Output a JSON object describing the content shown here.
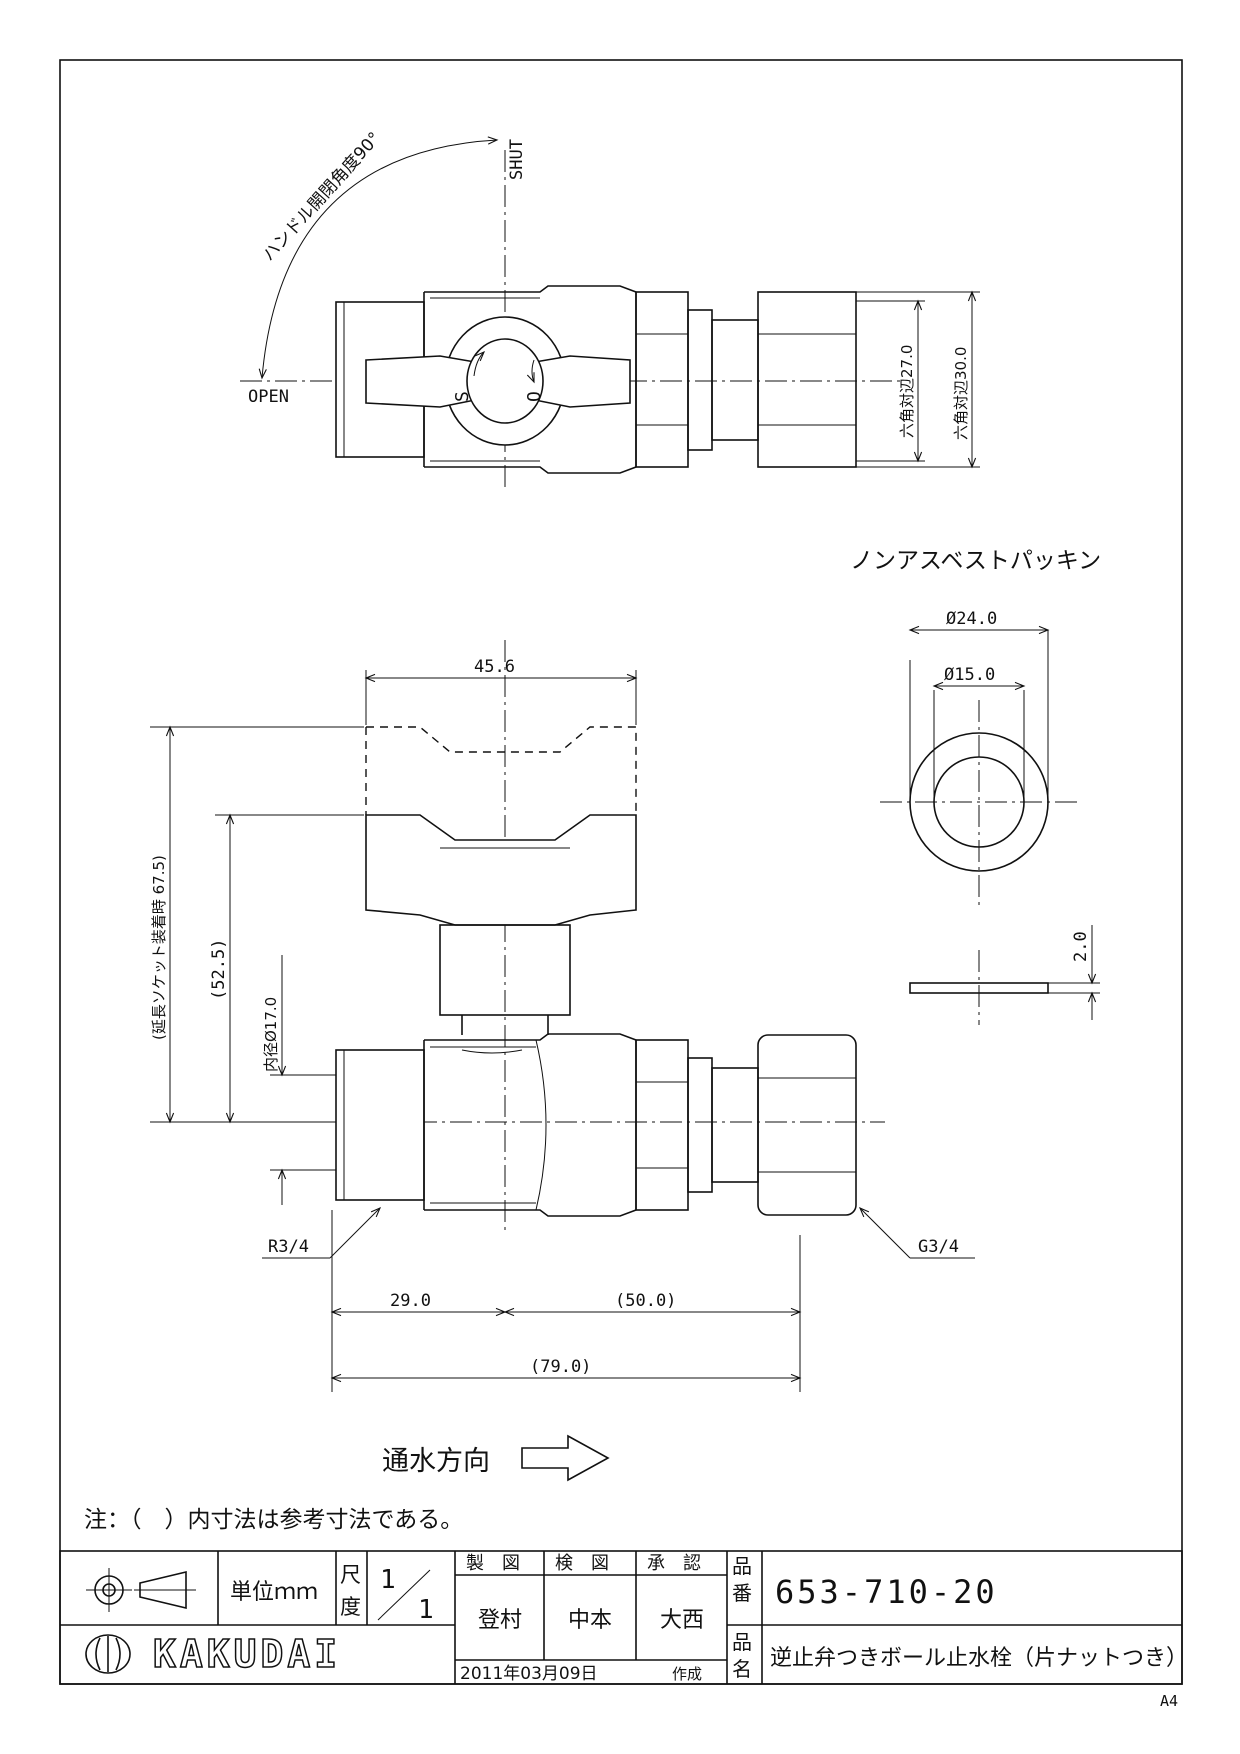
{
  "top_view": {
    "angle_label": "ハンドル開閉角度90°",
    "shut_label": "SHUT",
    "open_label": "OPEN",
    "handle_s": "S",
    "handle_o": "O",
    "hex27_label": "六角対辺27.0",
    "hex30_label": "六角対辺30.0"
  },
  "packing": {
    "title": "ノンアスベストパッキン",
    "outer_dia": "Ø24.0",
    "inner_dia": "Ø15.0",
    "thickness": "2.0"
  },
  "side_view": {
    "dim_width": "45.6",
    "dim_socket": "(延長ソケット装着時 67.5)",
    "dim_height": "(52.5)",
    "dim_inner": "内径Ø17.0",
    "thread_left": "R3/4",
    "thread_right": "G3/4",
    "dim_left": "29.0",
    "dim_right": "(50.0)",
    "dim_total": "(79.0)"
  },
  "flow": {
    "label": "通水方向"
  },
  "note": "注：（　）内寸法は参考寸法である。",
  "title_block": {
    "unit": "単位ｍｍ",
    "scale_label_1": "尺",
    "scale_label_2": "度",
    "scale_num": "1",
    "scale_den": "1",
    "h_drawn": "製　図",
    "h_checked": "検　図",
    "h_approved": "承　認",
    "drawn_by": "登村",
    "checked_by": "中本",
    "approved_by": "大西",
    "date": "2011年03月09日",
    "created": "作成",
    "label_ban_1": "品",
    "label_ban_2": "番",
    "label_mei_1": "品",
    "label_mei_2": "名",
    "part_no": "653-710-20",
    "part_name": "逆止弁つきボール止水栓（片ナットつき）",
    "brand": "KAKUDAI"
  },
  "sheet_size": "A4"
}
